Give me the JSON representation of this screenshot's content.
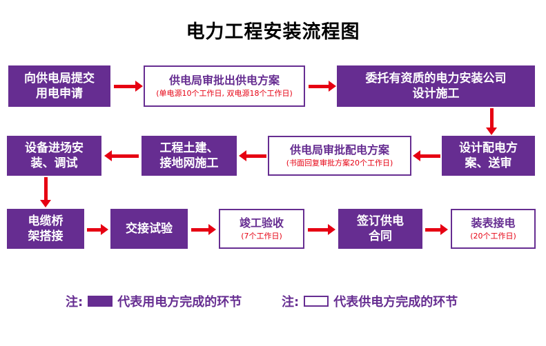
{
  "title": "电力工程安装流程图",
  "colors": {
    "purple": "#662D91",
    "red": "#E60012",
    "text": "#000000"
  },
  "steps": {
    "submit_application": {
      "line1": "向供电局提交",
      "line2": "用电申请"
    },
    "approve_supply_plan": {
      "title": "供电局审批出供电方案",
      "note": "(单电源10个工作日, 双电源18个工作日)"
    },
    "entrust_design": {
      "line1": "委托有资质的电力安装公司",
      "line2": "设计施工"
    },
    "design_distribution_plan": {
      "line1": "设计配电方",
      "line2": "案、送审"
    },
    "approve_distribution_plan": {
      "title": "供电局审批配电方案",
      "note": "(书面回复审批方案20个工作日)"
    },
    "civil_grounding_construction": {
      "line1": "工程土建、",
      "line2": "接地网施工"
    },
    "equipment_installation": {
      "line1": "设备进场安",
      "line2": "装、调试"
    },
    "cable_tray_connection": {
      "line1": "电缆桥",
      "line2": "架搭接"
    },
    "handover_test": {
      "title": "交接试验"
    },
    "completion_acceptance": {
      "title": "竣工验收",
      "note": "(7个工作日)"
    },
    "sign_supply_contract": {
      "line1": "签订供电",
      "line2": "合同"
    },
    "meter_installation": {
      "title": "装表接电",
      "note": "(20个工作日)"
    }
  },
  "legend": {
    "note_label": "注:",
    "user_side_label": "代表用电方完成的环节",
    "supply_side_label": "代表供电方完成的环节"
  }
}
